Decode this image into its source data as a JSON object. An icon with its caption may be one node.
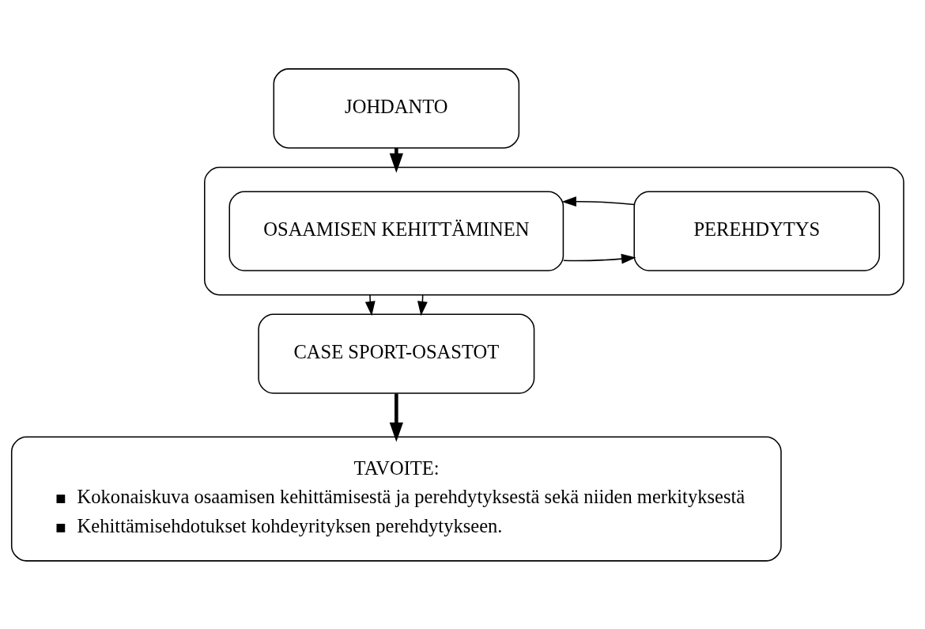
{
  "diagram": {
    "nodes": [
      {
        "text": [
          "JOHDANTO"
        ]
      },
      {
        "text": [],
        "shape": "box"
      },
      {
        "text": [
          "OSAAMISEN KEHITTÄMINEN"
        ],
        "in": 1
      },
      {
        "text": [
          "PEREHDYTYS"
        ],
        "in": 1
      },
      {
        "text": [
          "CASE SPORT-OSASTOT"
        ]
      },
      {
        "text": [
          "TAVOITE:",
          "Kokonaiskuva osaamisen kehittämisestä ja perehdytyksestä sekä niiden merkityksestä",
          "Kehittämisehdotukset kohdeyrityksen perehdytykseen."
        ]
      }
    ],
    "edges": [
      {
        "from": 0,
        "to": 1,
        "arrow": "to",
        "style": "thick"
      },
      {
        "from": 2,
        "to": 3,
        "arrow": "to"
      },
      {
        "from": 3,
        "to": 2,
        "arrow": "to"
      },
      {
        "from": 1,
        "to": 4,
        "arrow": "to"
      },
      {
        "from": 1,
        "to": 4,
        "arrow": "to"
      },
      {
        "from": 4,
        "to": 5,
        "arrow": "to",
        "style": "thick"
      }
    ]
  }
}
